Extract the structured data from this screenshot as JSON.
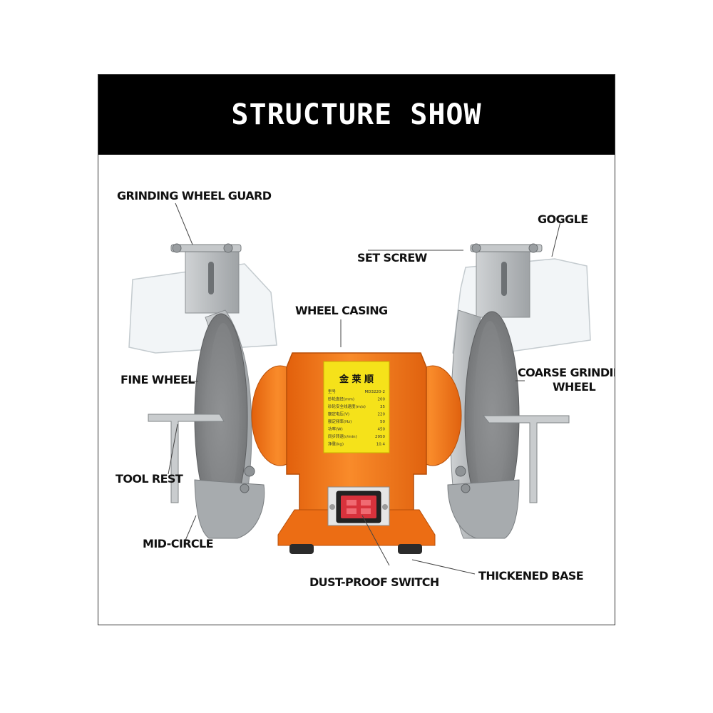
{
  "header": {
    "title": "STRUCTURE SHOW"
  },
  "labels": {
    "grinding_wheel_guard": "GRINDING WHEEL GUARD",
    "goggle": "GOGGLE",
    "set_screw": "SET SCREW",
    "wheel_casing": "WHEEL CASING",
    "fine_wheel": "FINE WHEEL",
    "coarse_line1": "COARSE GRINDING",
    "coarse_line2": "WHEEL",
    "tool_rest": "TOOL REST",
    "mid_circle": "MID-CIRCLE",
    "dust_proof_switch": "DUST-PROOF SWITCH",
    "thickened_base": "THICKENED BASE"
  },
  "nameplate": {
    "brand": "金 莱 顺",
    "rows": [
      {
        "name": "型号",
        "value": "MD3220-2"
      },
      {
        "name": "砂轮直径(mm)",
        "value": "200"
      },
      {
        "name": "砂轮安全线速度(m/s)",
        "value": "35"
      },
      {
        "name": "额定电压(V)",
        "value": "220"
      },
      {
        "name": "额定频率(Hz)",
        "value": "50"
      },
      {
        "name": "功率(W)",
        "value": "450"
      },
      {
        "name": "同步转速(r/min)",
        "value": "2950"
      },
      {
        "name": "净重(kg)",
        "value": "10.4"
      }
    ]
  },
  "colors": {
    "body_orange": "#f47b1f",
    "plate_yellow": "#f5e21a",
    "wheel_gray": "#8a8c8e",
    "guard_gray": "#b9bcbf",
    "switch_red": "#d8323c"
  }
}
